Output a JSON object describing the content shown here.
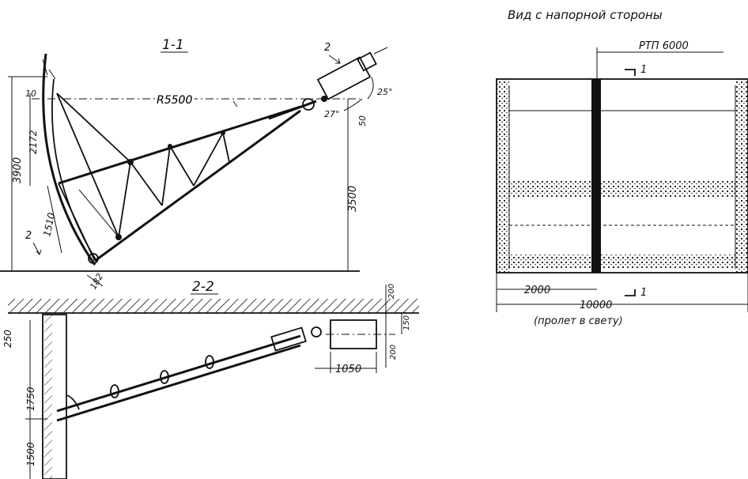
{
  "section_1_1": {
    "title": "1-1",
    "radius": "R5500",
    "dims": [
      "3900",
      "2172",
      "1510",
      "3500"
    ],
    "marks": [
      "10",
      "2",
      "2",
      "50",
      "25°",
      "27°",
      "182"
    ]
  },
  "section_2_2": {
    "title": "2-2",
    "dims": [
      "250",
      "1750",
      "1500",
      "1050",
      "200",
      "200",
      "150"
    ]
  },
  "view": {
    "title": "Вид с напорной стороны",
    "rtp": "РТП 6000",
    "mark_top": "1",
    "mark_bottom": "1",
    "dim_2000": "2000",
    "dim_10000": "10000",
    "span_note": "(пролет в свету)"
  }
}
